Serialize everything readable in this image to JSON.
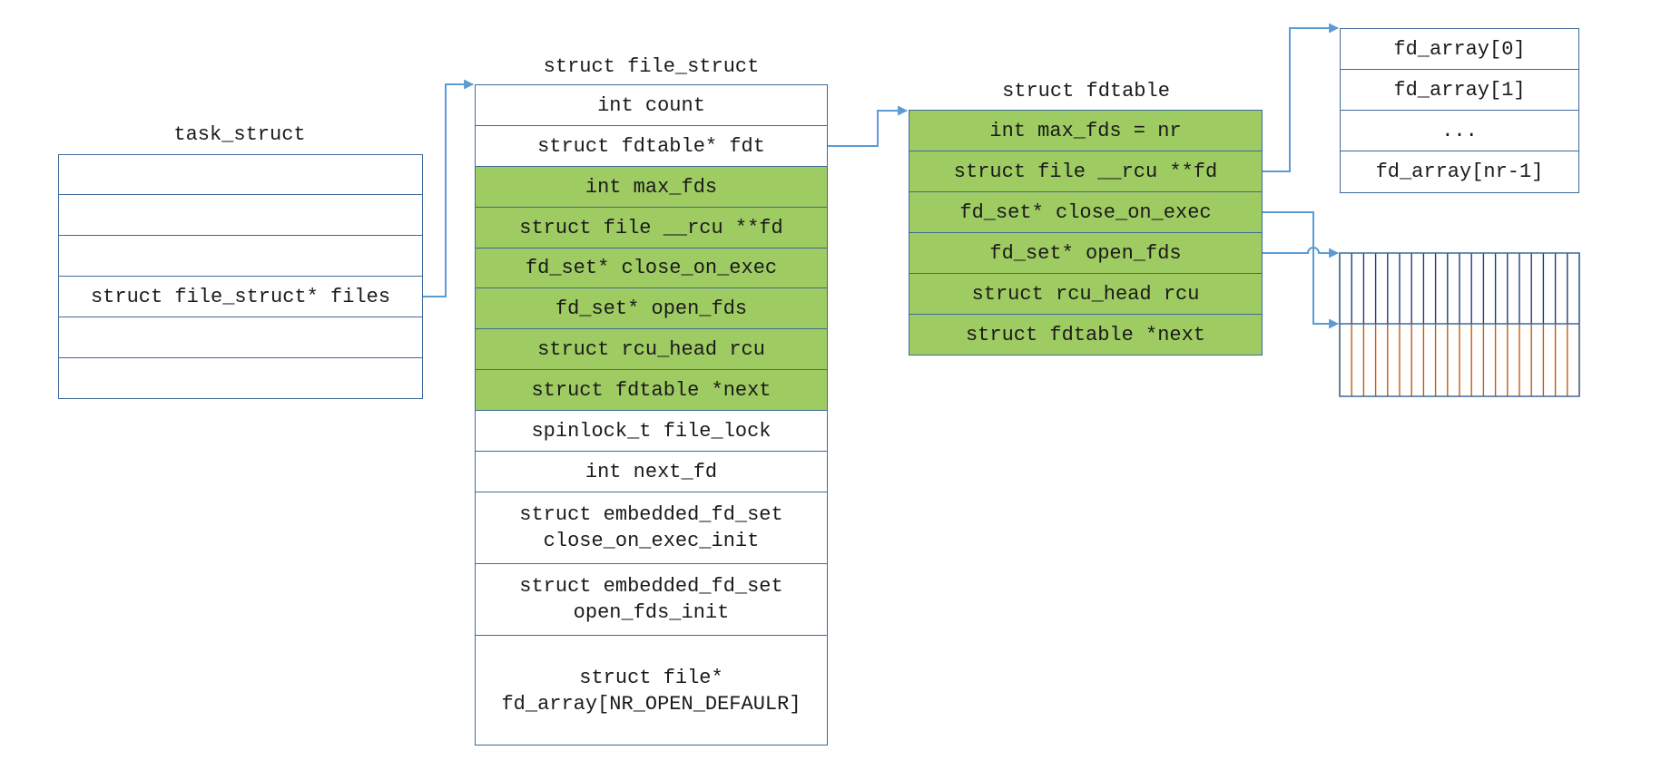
{
  "colors": {
    "border": "#3f6a98",
    "field_fill": "#9ecb62",
    "arrow": "#5b9bd5",
    "bitmap_top": "#1f3d7a",
    "bitmap_bottom": "#c55a11"
  },
  "task_struct": {
    "title": "task_struct",
    "rows": [
      "",
      "",
      "",
      "struct file_struct* files",
      "",
      ""
    ]
  },
  "file_struct": {
    "title": "struct file_struct",
    "rows": [
      "int count",
      "struct fdtable* fdt",
      "int max_fds",
      "struct file __rcu **fd",
      "fd_set* close_on_exec",
      "fd_set* open_fds",
      "struct rcu_head rcu",
      "struct fdtable *next",
      "spinlock_t file_lock",
      "int next_fd",
      "struct embedded_fd_set\nclose_on_exec_init",
      "struct embedded_fd_set\nopen_fds_init",
      "struct file*\nfd_array[NR_OPEN_DEFAULR]"
    ]
  },
  "fdtable": {
    "title": "struct fdtable",
    "rows": [
      "int max_fds = nr",
      "struct file __rcu **fd",
      "fd_set* close_on_exec",
      "fd_set* open_fds",
      "struct rcu_head rcu",
      "struct fdtable *next"
    ]
  },
  "fd_array": {
    "rows": [
      "fd_array[0]",
      "fd_array[1]",
      "...",
      "fd_array[nr-1]"
    ]
  }
}
